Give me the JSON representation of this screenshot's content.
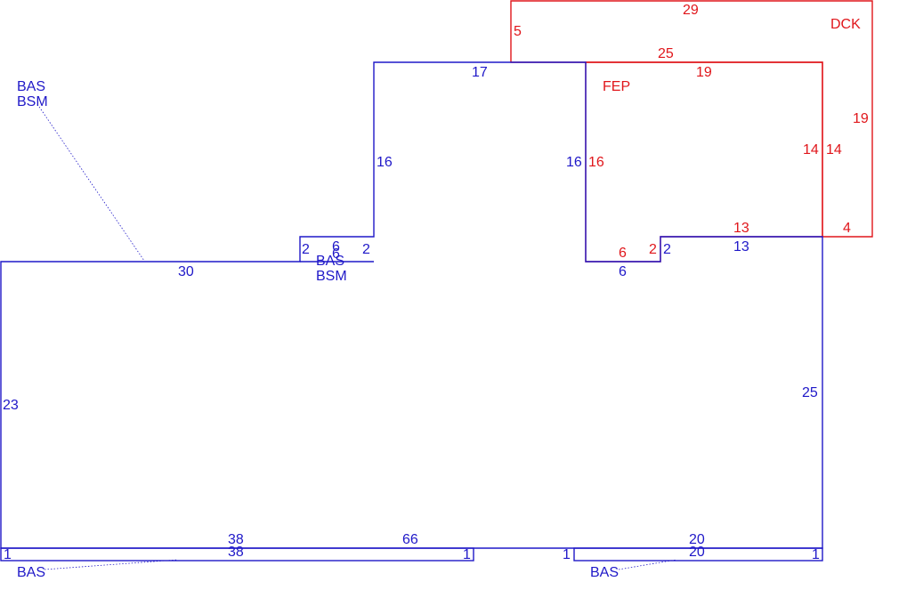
{
  "colors": {
    "main_structure": "#1f18c8",
    "deck_porch": "#e0161b",
    "background": "#ffffff"
  },
  "area_labels": {
    "bas_bsm_callout": [
      "BAS",
      "BSM"
    ],
    "bas_bsm_center": [
      "BAS",
      "BSM"
    ],
    "bas_left_strip": "BAS",
    "bas_right_strip": "BAS",
    "fep": "FEP",
    "dck": "DCK"
  },
  "dimensions": {
    "main": {
      "left_wall": "23",
      "top_left": "30",
      "bump_left": "2",
      "bump_top": "6",
      "bump_mid": "6",
      "bump_right": "2",
      "tower_left": "16",
      "tower_top": "17",
      "tower_right": "16",
      "notch_bottom": "6",
      "notch_right": "2",
      "right_top": "13",
      "right_wall": "25",
      "bottom": "66"
    },
    "left_strip": {
      "top": "38",
      "bottom": "38",
      "left_end": "1",
      "right_end": "1"
    },
    "right_strip": {
      "top": "20",
      "bottom": "20",
      "left_end": "1",
      "right_end": "1"
    },
    "fep": {
      "top": "19",
      "left": "16",
      "right": "14",
      "bottom_left": "6",
      "bottom_step": "2",
      "bottom_right": "13"
    },
    "dck": {
      "top": "29",
      "left": "5",
      "inner_top": "25",
      "inner_left": "14",
      "right": "19",
      "bottom": "4"
    }
  }
}
